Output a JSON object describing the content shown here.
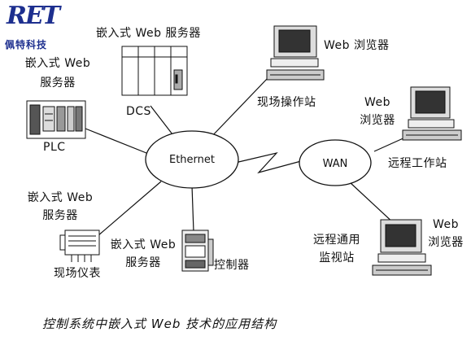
{
  "logo": {
    "mark": "RET",
    "subtitle": "佩特科技"
  },
  "hubs": {
    "ethernet": "Ethernet",
    "wan": "WAN"
  },
  "nodes": {
    "dcs_server": "嵌入式 Web 服务器",
    "dcs": "DCS",
    "plc_server_line1": "嵌入式 Web",
    "plc_server_line2": "服务器",
    "plc": "PLC",
    "field_browser": "Web 浏览器",
    "field_station": "现场操作站",
    "remote_browser_line1": "Web",
    "remote_browser_line2": "浏览器",
    "remote_station": "远程工作站",
    "instrument_server_line1": "嵌入式 Web",
    "instrument_server_line2": "服务器",
    "instrument": "现场仪表",
    "controller_server_line1": "嵌入式 Web",
    "controller_server_line2": "服务器",
    "controller": "控制器",
    "monitor_line1": "远程通用",
    "monitor_line2": "监视站",
    "monitor_browser_line1": "Web",
    "monitor_browser_line2": "浏览器"
  },
  "caption": "控制系统中嵌入式 Web 技术的应用结构"
}
